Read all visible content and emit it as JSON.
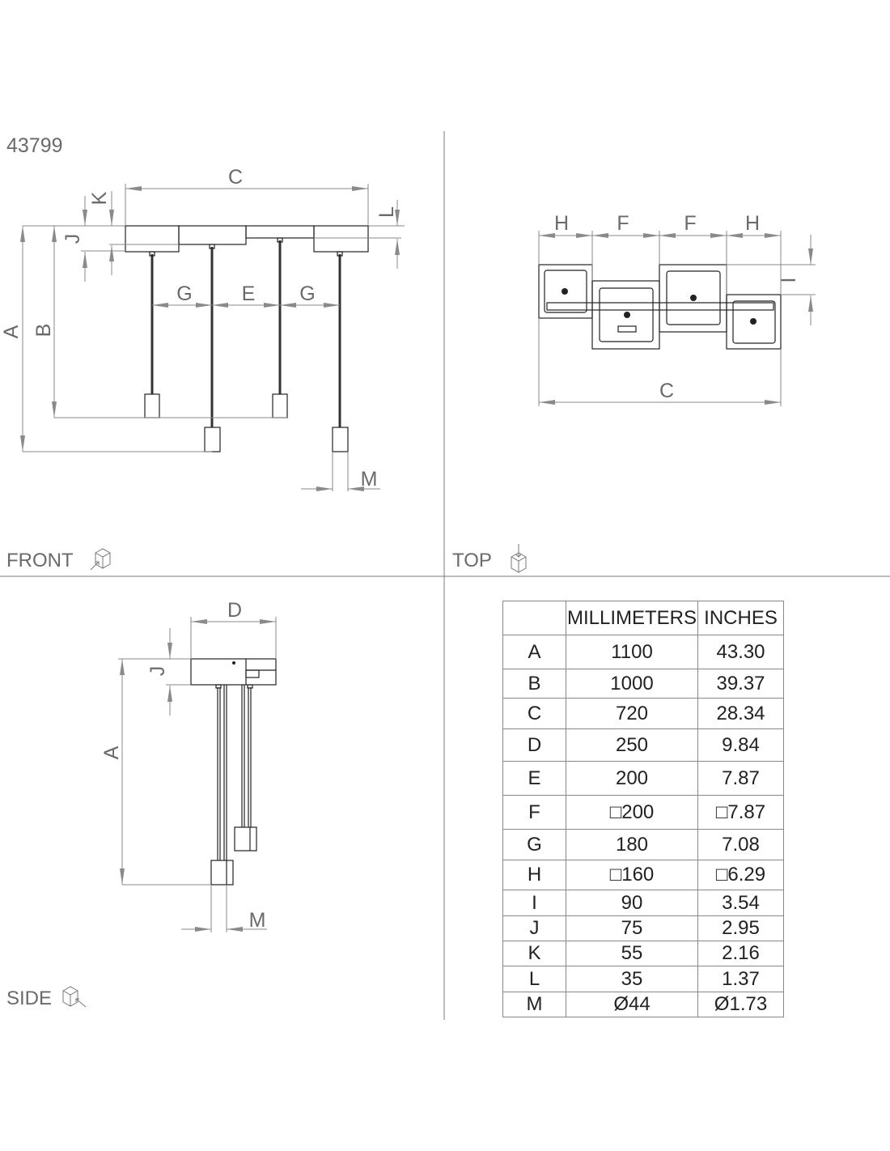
{
  "model_number": "43799",
  "views": {
    "front": {
      "label": "FRONT",
      "icon": "cube-front-view-icon"
    },
    "top": {
      "label": "TOP",
      "icon": "cube-top-view-icon"
    },
    "side": {
      "label": "SIDE",
      "icon": "cube-side-view-icon"
    }
  },
  "dimension_letters": {
    "A": "A",
    "B": "B",
    "C": "C",
    "D": "D",
    "E": "E",
    "F": "F",
    "G": "G",
    "H": "H",
    "I": "I",
    "J": "J",
    "K": "K",
    "L": "L",
    "M": "M"
  },
  "table": {
    "headers": [
      "",
      "MILLIMETERS",
      "INCHES"
    ],
    "rows": [
      {
        "key": "A",
        "mm": "1100",
        "in": "43.30"
      },
      {
        "key": "B",
        "mm": "1000",
        "in": "39.37"
      },
      {
        "key": "C",
        "mm": "720",
        "in": "28.34"
      },
      {
        "key": "D",
        "mm": "250",
        "in": "9.84"
      },
      {
        "key": "E",
        "mm": "200",
        "in": "7.87"
      },
      {
        "key": "F",
        "mm": "□200",
        "in": "□7.87"
      },
      {
        "key": "G",
        "mm": "180",
        "in": "7.08"
      },
      {
        "key": "H",
        "mm": "□160",
        "in": "□6.29"
      },
      {
        "key": "I",
        "mm": "90",
        "in": "3.54"
      },
      {
        "key": "J",
        "mm": "75",
        "in": "2.95"
      },
      {
        "key": "K",
        "mm": "55",
        "in": "2.16"
      },
      {
        "key": "L",
        "mm": "35",
        "in": "1.37"
      },
      {
        "key": "M",
        "mm": "Ø44",
        "in": "Ø1.73"
      }
    ]
  }
}
